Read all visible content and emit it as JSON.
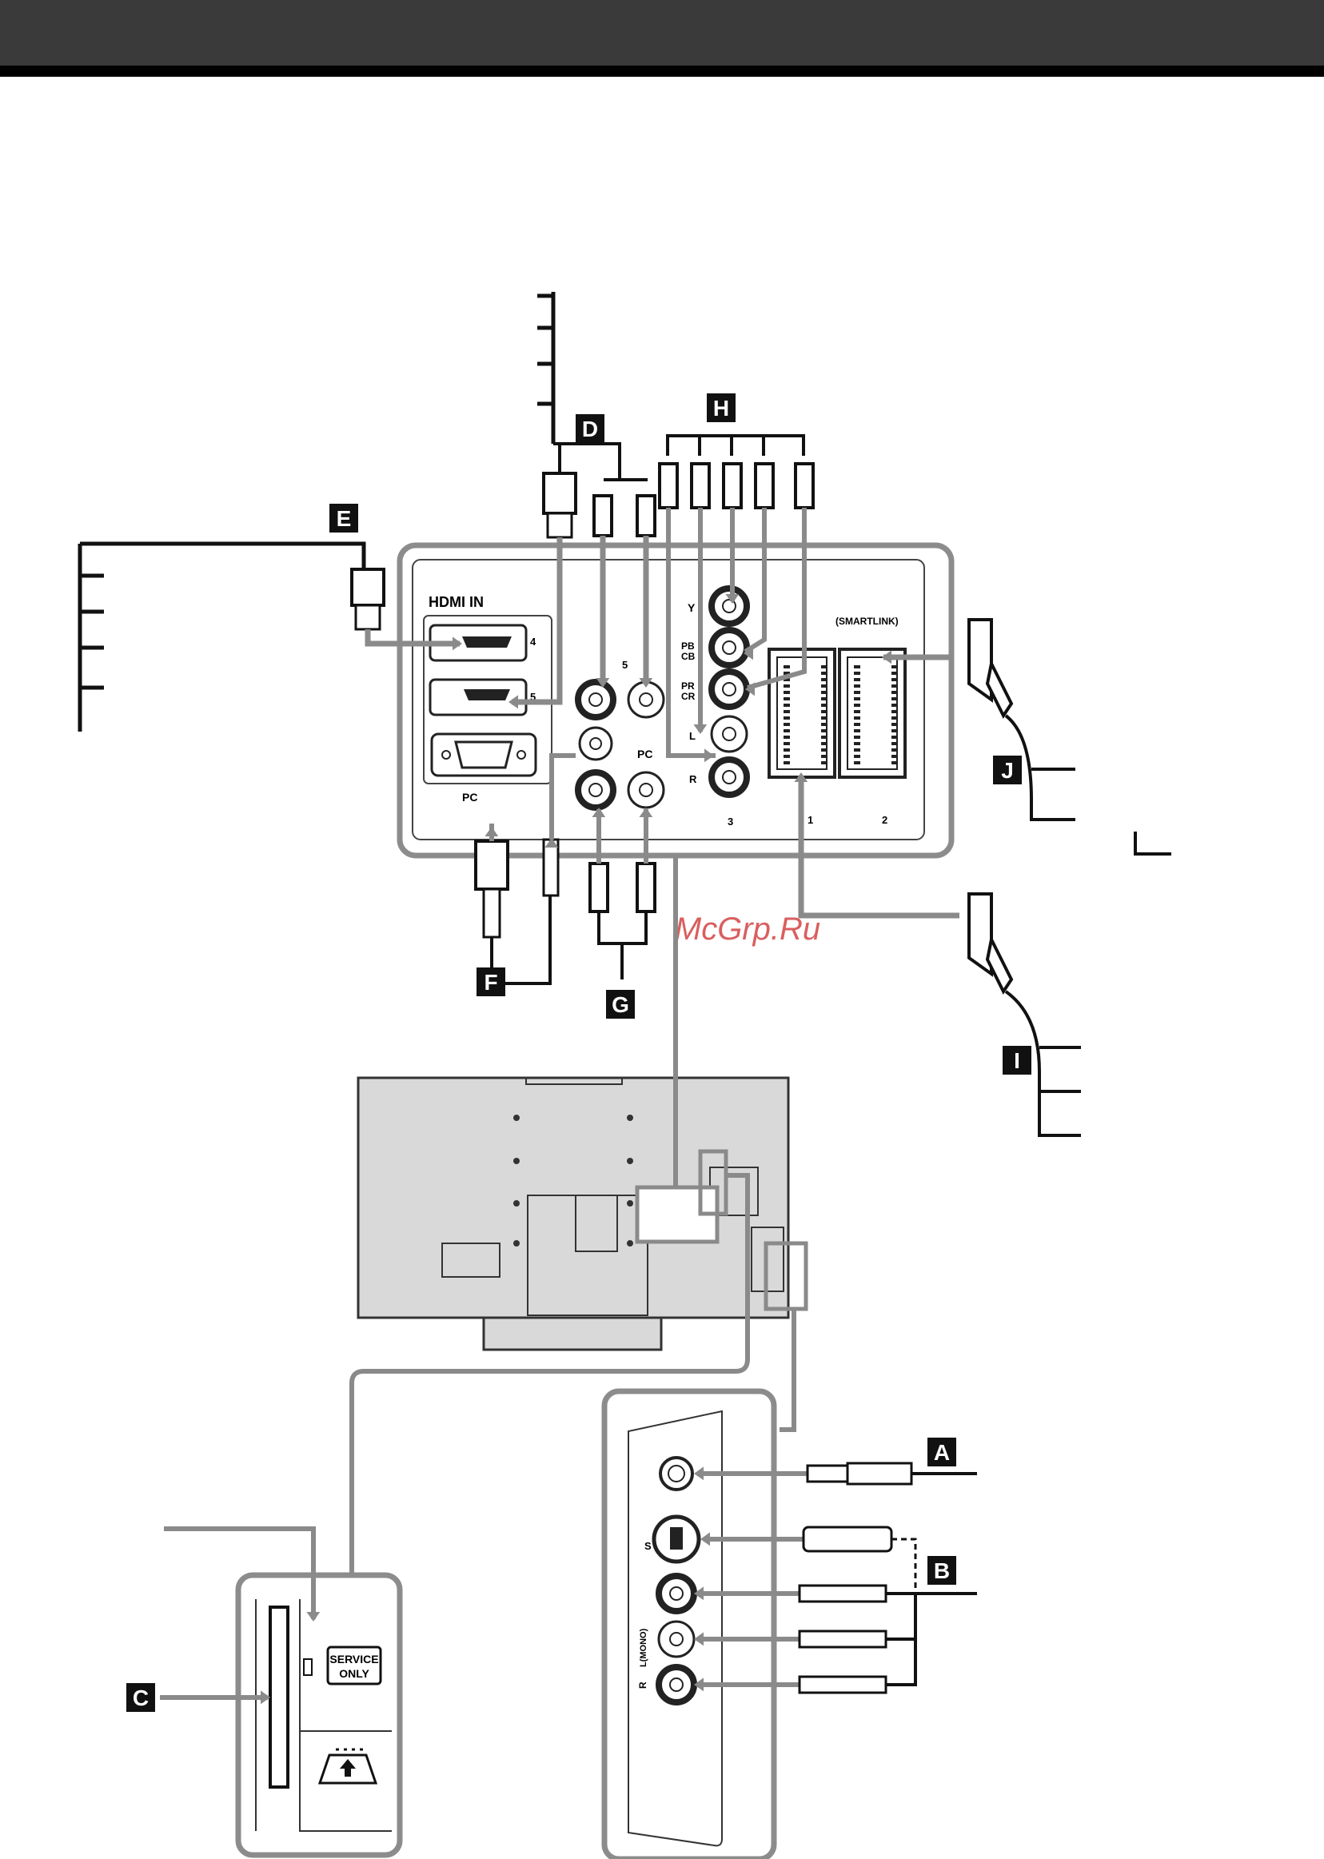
{
  "panel": {
    "hdmi_label": "HDMI IN",
    "hdmi_port_4": "4",
    "hdmi_port_5": "5",
    "pc_label": "PC",
    "pc_audio_label": "PC",
    "port_5_label": "5",
    "component_y": "Y",
    "component_pb": "PB",
    "component_cb": "CB",
    "component_pr": "PR",
    "component_cr": "CR",
    "audio_l": "L",
    "audio_r": "R",
    "input_3": "3",
    "smartlink": "(SMARTLINK)",
    "scart_1": "1",
    "scart_2": "2"
  },
  "side_panel": {
    "service_line1": "SERVICE",
    "service_line2": "ONLY",
    "audio_mono": "L(MONO)",
    "s_video": "S",
    "audio_r": "R"
  },
  "callouts": {
    "a": "A",
    "b": "B",
    "c": "C",
    "d": "D",
    "e": "E",
    "f": "F",
    "g": "G",
    "h": "H",
    "i": "I",
    "j": "J"
  },
  "watermark": "McGrp.Ru",
  "colors": {
    "header": "#3a3a3a",
    "cable_gray": "#8a8a8a",
    "panel_outline": "#8c8c8c",
    "tv_body": "#d9d9d9",
    "watermark": "#cc2a2a"
  }
}
